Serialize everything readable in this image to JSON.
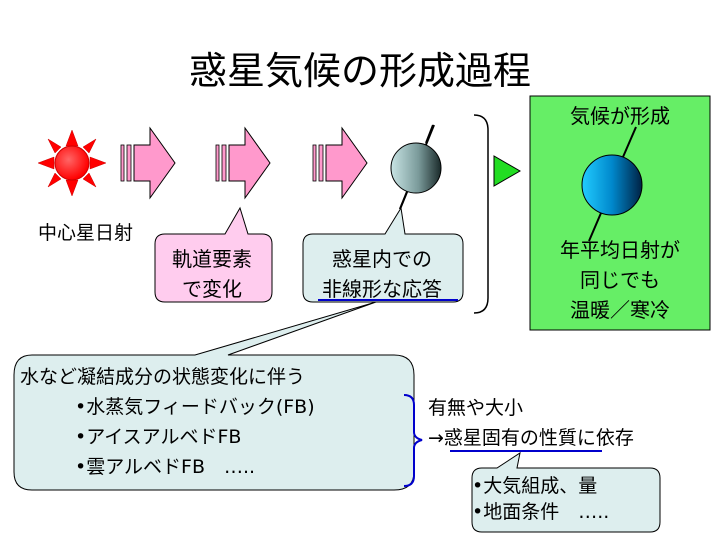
{
  "title": "惑星気候の形成過程",
  "star_label": "中心星日射",
  "bubble_orbit": {
    "line1": "軌道要素",
    "line2": "で変化"
  },
  "bubble_planet": {
    "line1": "惑星内での",
    "line2": "非線形な応答"
  },
  "result": {
    "title": "気候が形成",
    "line1": "年平均日射が",
    "line2": "同じでも",
    "line3": "温暖／寒冷"
  },
  "feedback": {
    "heading": "水など凝結成分の状態変化に伴う",
    "items": [
      "•水蒸気フィードバック(FB)",
      "•アイスアルベドFB",
      "•雲アルベドFB　….."
    ]
  },
  "factors": {
    "line1": "有無や大小",
    "line2": "→惑星固有の性質に依存"
  },
  "composition": {
    "line1": "•大気組成、量",
    "line2": "•地面条件　….."
  },
  "colors": {
    "sun": "#ff0000",
    "arrow_fill": "#ff99cc",
    "result_panel": "#66ee66",
    "triangle": "#22dd22",
    "bubble_pink": "#ffccee",
    "bubble_grey": "#ddeeee",
    "underline_blue": "#0000cc"
  }
}
